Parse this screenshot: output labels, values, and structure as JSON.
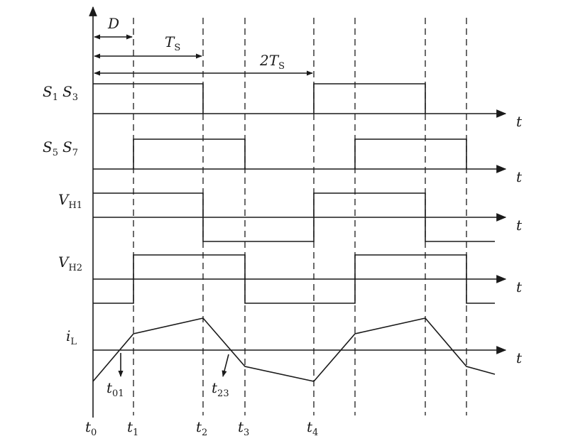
{
  "signals": {
    "s1s3": {
      "a": "S",
      "a_sub": "1",
      "b": "S",
      "b_sub": "3"
    },
    "s5s7": {
      "a": "S",
      "a_sub": "5",
      "b": "S",
      "b_sub": "7"
    },
    "vh1": {
      "main": "V",
      "sub": "H1"
    },
    "vh2": {
      "main": "V",
      "sub": "H2"
    },
    "il": {
      "main": "i",
      "sub": "L"
    }
  },
  "axis_label": "t",
  "time_marks": [
    {
      "main": "t",
      "sub": "0"
    },
    {
      "main": "t",
      "sub": "1"
    },
    {
      "main": "t",
      "sub": "2"
    },
    {
      "main": "t",
      "sub": "3"
    },
    {
      "main": "t",
      "sub": "4"
    }
  ],
  "crossings": [
    {
      "main": "t",
      "sub": "01"
    },
    {
      "main": "t",
      "sub": "23"
    }
  ],
  "dimensions": {
    "d": {
      "main": "D"
    },
    "ts": {
      "main": "T",
      "sub": "S"
    },
    "two_ts": {
      "main": "2T",
      "sub": "S"
    }
  }
}
